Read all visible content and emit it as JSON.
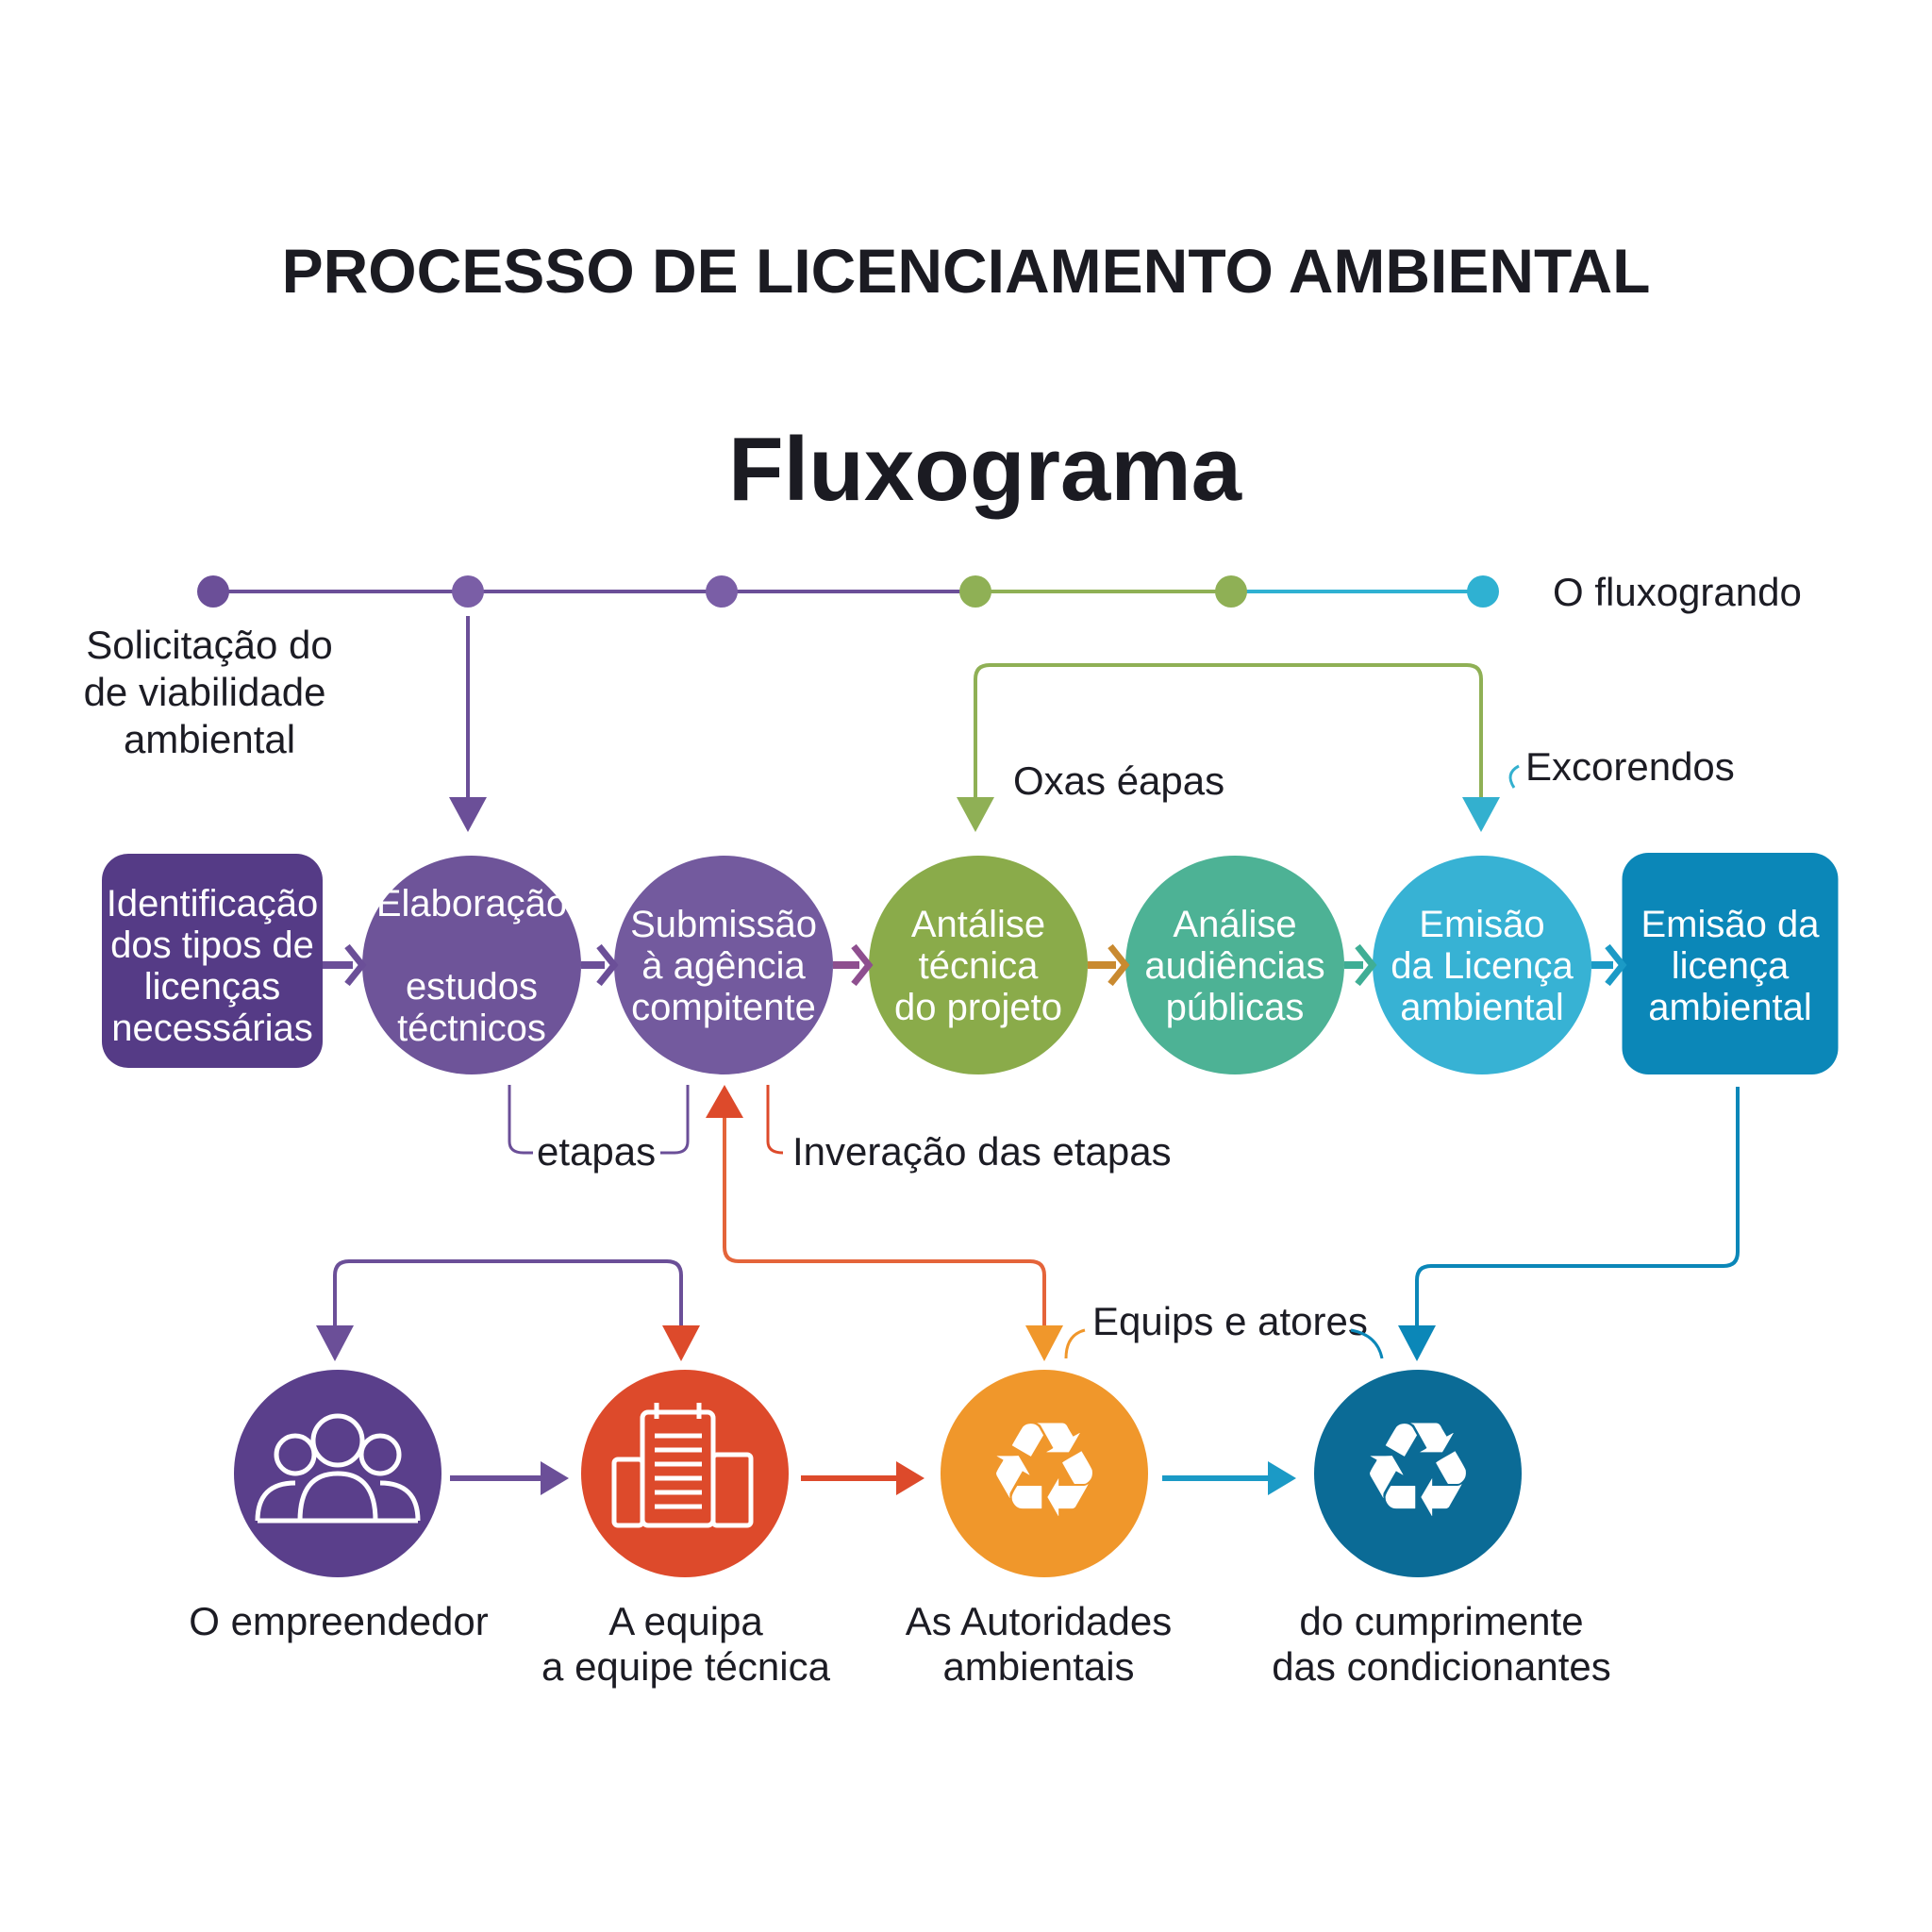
{
  "title": "PROCESSO DE LICENCIAMENTO AMBIENTAL",
  "subtitle": "Fluxograma",
  "timeline": {
    "label": "O fluxogrando",
    "dot_colors": [
      "#6b4f98",
      "#7a5ea6",
      "#7a5ea6",
      "#8fb055",
      "#8fb055",
      "#2fb1d2"
    ]
  },
  "start_label": [
    "Solicitação do",
    "de viabilidade",
    "ambiental"
  ],
  "steps": [
    {
      "lines": [
        "Identificação",
        "dos tipos de",
        "licenças",
        "necessárias"
      ],
      "color": "#553b86",
      "shape": "box"
    },
    {
      "lines": [
        "Elaboração",
        "",
        "estudos",
        "téctnicos"
      ],
      "color": "#6e5499",
      "shape": "circle"
    },
    {
      "lines": [
        "Submissão",
        "à agência",
        "compitente"
      ],
      "color": "#735a9e",
      "shape": "circle"
    },
    {
      "lines": [
        "Antálise",
        "técnica",
        "do projeto"
      ],
      "color": "#8aab4a",
      "shape": "circle"
    },
    {
      "lines": [
        "Análise",
        "audiências",
        "públicas"
      ],
      "color": "#4db295",
      "shape": "circle"
    },
    {
      "lines": [
        "Emisão",
        "da Licença",
        "ambiental"
      ],
      "color": "#37b2d4",
      "shape": "circle"
    },
    {
      "lines": [
        "Emisão da",
        "licença",
        "ambiental"
      ],
      "color": "#0b87b8",
      "shape": "box"
    }
  ],
  "annotations": {
    "top_left": "Oxas éapas",
    "top_right": "Excorendos",
    "etapas": "etapas",
    "inversion": "Inveração das etapas",
    "actors": "Equips e atores"
  },
  "actors": [
    {
      "icon": "people-icon",
      "lines": [
        "O empreendedor"
      ],
      "color": "#5a3f8b"
    },
    {
      "icon": "document-icon",
      "lines": [
        "A equipa",
        "a equipe técnica"
      ],
      "color": "#dd4a2b"
    },
    {
      "icon": "recycle-icon",
      "lines": [
        "As Autoridades",
        "ambientais"
      ],
      "color": "#f0972b"
    },
    {
      "icon": "recycle-icon",
      "lines": [
        "do cumprimente",
        "das condicionantes"
      ],
      "color": "#0b6b96"
    }
  ]
}
